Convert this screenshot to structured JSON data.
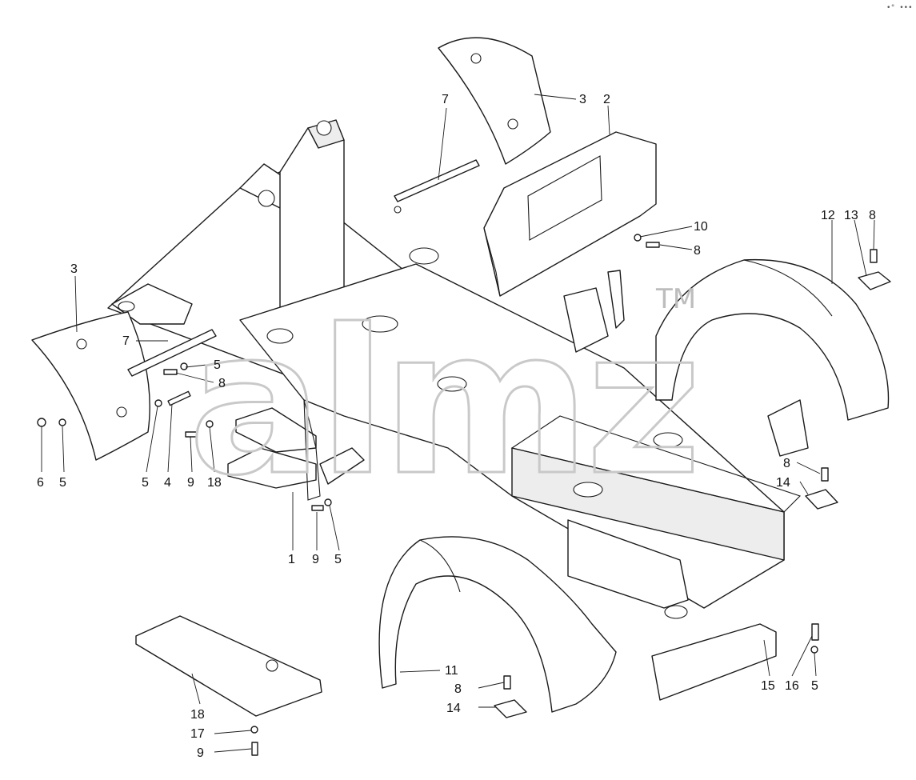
{
  "watermark": {
    "text": "almz",
    "trademark": "TM"
  },
  "corner_mark": "•° •••",
  "callouts": {
    "c1": "1",
    "c2": "2",
    "c3_top": "3",
    "c3_left": "3",
    "c4": "4",
    "c5_a": "5",
    "c5_b": "5",
    "c5_c": "5",
    "c5_d": "5",
    "c5_e": "5",
    "c6": "6",
    "c7_top": "7",
    "c7_left": "7",
    "c8_a": "8",
    "c8_b": "8",
    "c8_c": "8",
    "c8_d": "8",
    "c8_e": "8",
    "c9_a": "9",
    "c9_b": "9",
    "c9_c": "9",
    "c10": "10",
    "c11": "11",
    "c12": "12",
    "c13": "13",
    "c14_a": "14",
    "c14_b": "14",
    "c15": "15",
    "c16": "16",
    "c17": "17",
    "c18_a": "18",
    "c18_b": "18"
  }
}
